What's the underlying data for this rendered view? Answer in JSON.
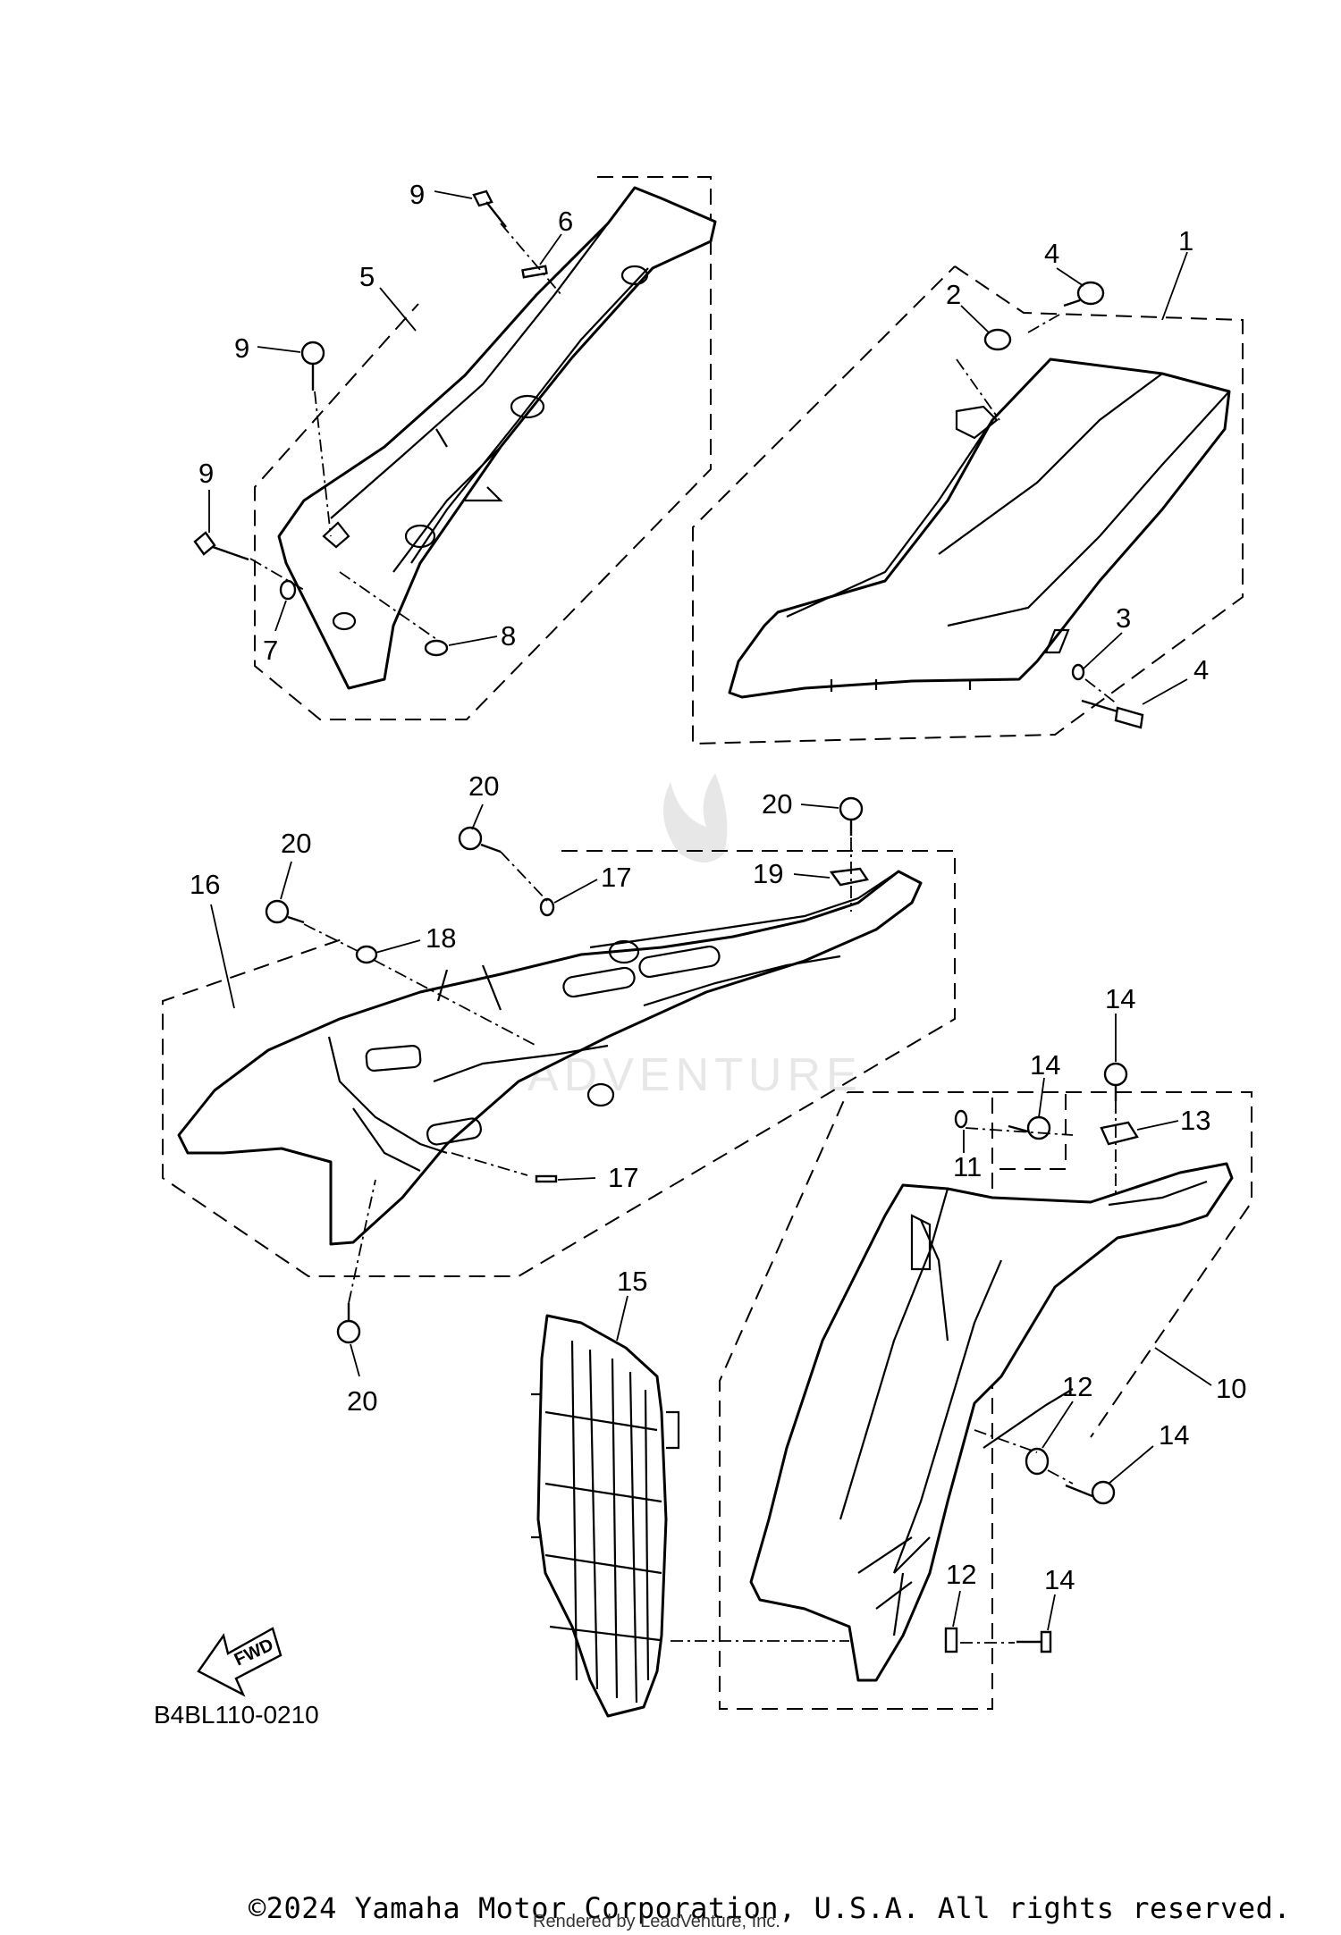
{
  "diagram": {
    "reference_code": "B4BL110-0210",
    "fwd_label": "FWD",
    "copyright": "©2024 Yamaha Motor Corporation, U.S.A. All rights reserved.",
    "rendered_by": "Rendered by LeadVenture, Inc.",
    "watermark": "ADVENTURE",
    "callouts": [
      "1",
      "2",
      "3",
      "4",
      "4",
      "5",
      "6",
      "7",
      "8",
      "9",
      "9",
      "9",
      "10",
      "11",
      "12",
      "12",
      "13",
      "14",
      "14",
      "14",
      "14",
      "15",
      "16",
      "17",
      "17",
      "18",
      "19",
      "20",
      "20",
      "20",
      "20"
    ]
  }
}
